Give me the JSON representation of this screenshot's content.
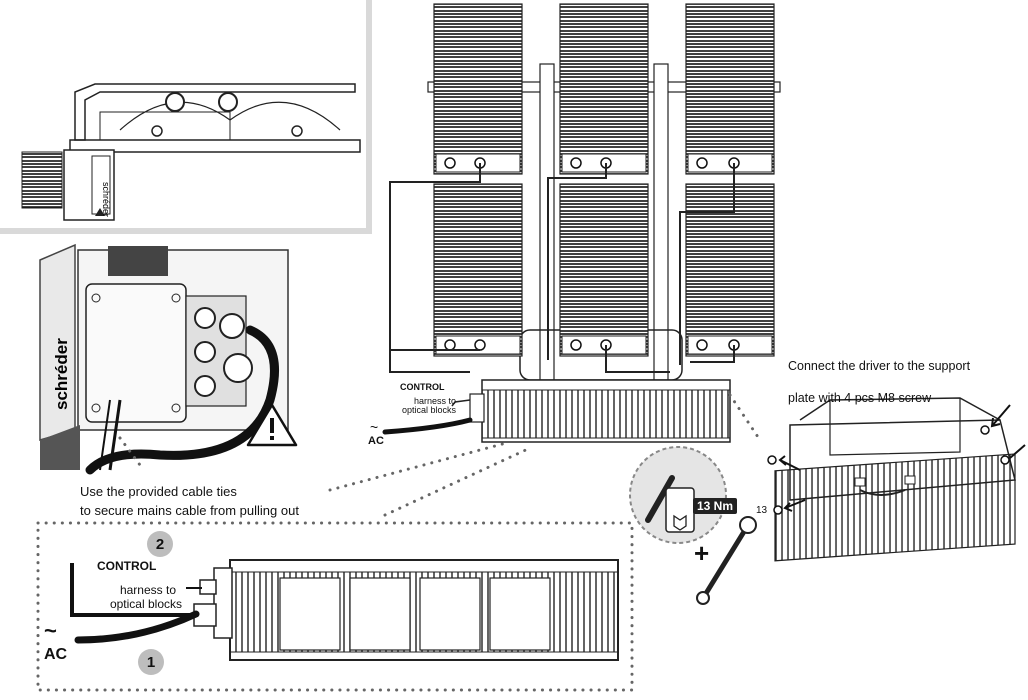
{
  "brand": "schréder",
  "callouts": {
    "cable_ties_line1": "Use the provided cable ties",
    "cable_ties_line2": "to secure mains cable from pulling out",
    "connect_line1": "Connect the driver to the support",
    "connect_line2": "plate with 4 pcs M8 screw"
  },
  "top_driver": {
    "control": "CONTROL",
    "harness_line1": "harness to",
    "harness_line2": "optical blocks",
    "ac": "AC",
    "ac_symbol": "~"
  },
  "detail_driver": {
    "badge_control": "2",
    "badge_ac": "1",
    "control": "CONTROL",
    "harness_line1": "harness to",
    "harness_line2": "optical blocks",
    "ac": "AC",
    "ac_symbol": "~"
  },
  "tool": {
    "torque": "13 Nm",
    "wrench_size": "13",
    "plus": "+"
  },
  "icons": [
    "warning-icon",
    "wrench-icon",
    "torque-wrench-icon",
    "m8-screw-icon"
  ]
}
